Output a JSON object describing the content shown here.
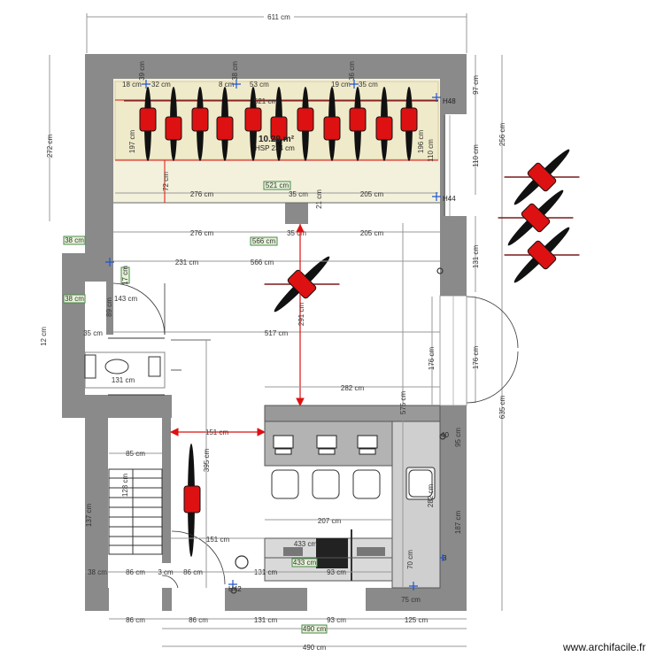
{
  "credit": "www.archifacile.fr",
  "room": {
    "area": "10.29 m²",
    "hsp": "HSP 234 cm"
  },
  "top_dims": {
    "overall": "611 cm",
    "left_h": "272 cm",
    "right_h": "256 cm",
    "r97": "97 cm",
    "r110": "110 cm",
    "r131": "131 cm",
    "r635": "635 cm",
    "r176": "176 cm"
  },
  "band_dims": {
    "d276a": "276 cm",
    "d35a": "35 cm",
    "d205a": "205 cm",
    "d521": "521 cm",
    "d21": "21 cm",
    "d72": "72 cm",
    "d197": "197 cm",
    "d196": "196 cm",
    "d110b": "110 cm",
    "d276b": "276 cm",
    "d35b": "35 cm",
    "d205b": "205 cm",
    "d566a": "566 cm",
    "d566b": "566 cm",
    "d231": "231 cm",
    "d18": "18 cm",
    "d32": "32 cm",
    "d8": "8 cm",
    "d53": "53 cm",
    "d19": "19 cm",
    "d36": "36 cm",
    "d35c": "35 cm",
    "d38": "38 cm",
    "d39": "39 cm"
  },
  "left_dims": {
    "d38a": "38 cm",
    "d38b": "38 cm",
    "d12": "12 cm",
    "d143": "143 cm",
    "d35": "35 cm",
    "d517": "517 cm",
    "d131": "131 cm",
    "d85": "85 cm",
    "d128": "128 cm",
    "d137": "137 cm",
    "d89": "89 cm",
    "d17": "17 cm"
  },
  "mid_dims": {
    "d291": "291 cm",
    "d282": "282 cm",
    "d575": "575 cm",
    "d176": "176 cm",
    "d151a": "151 cm",
    "d395": "395 cm",
    "d207": "207 cm",
    "d151b": "151 cm",
    "d433a": "433 cm",
    "d433b": "433 cm",
    "d282b": "282 cm",
    "d95": "95 cm",
    "d187": "187 cm",
    "d70": "70 cm",
    "d75": "75 cm",
    "d93a": "93 cm",
    "d131b": "131 cm",
    "d86": "86 cm",
    "d3": "3 cm"
  },
  "bottom_dims": {
    "b38": "38 cm",
    "b86a": "86 cm",
    "b86b": "86 cm",
    "b86c": "86 cm",
    "b131": "131 cm",
    "b93": "93 cm",
    "b125": "125 cm",
    "b490a": "490 cm",
    "b490b": "490 cm"
  },
  "markers": {
    "h48": "H48",
    "h44": "H44",
    "h42": "H42",
    "m40": "40",
    "m3": "3"
  },
  "colors": {
    "wall": "#8a8a8a",
    "band": "#f3f1dc",
    "accent_red": "#dd1111",
    "desk": "#999999",
    "blue": "#2255cc",
    "green_box": "#4a8a4a"
  }
}
